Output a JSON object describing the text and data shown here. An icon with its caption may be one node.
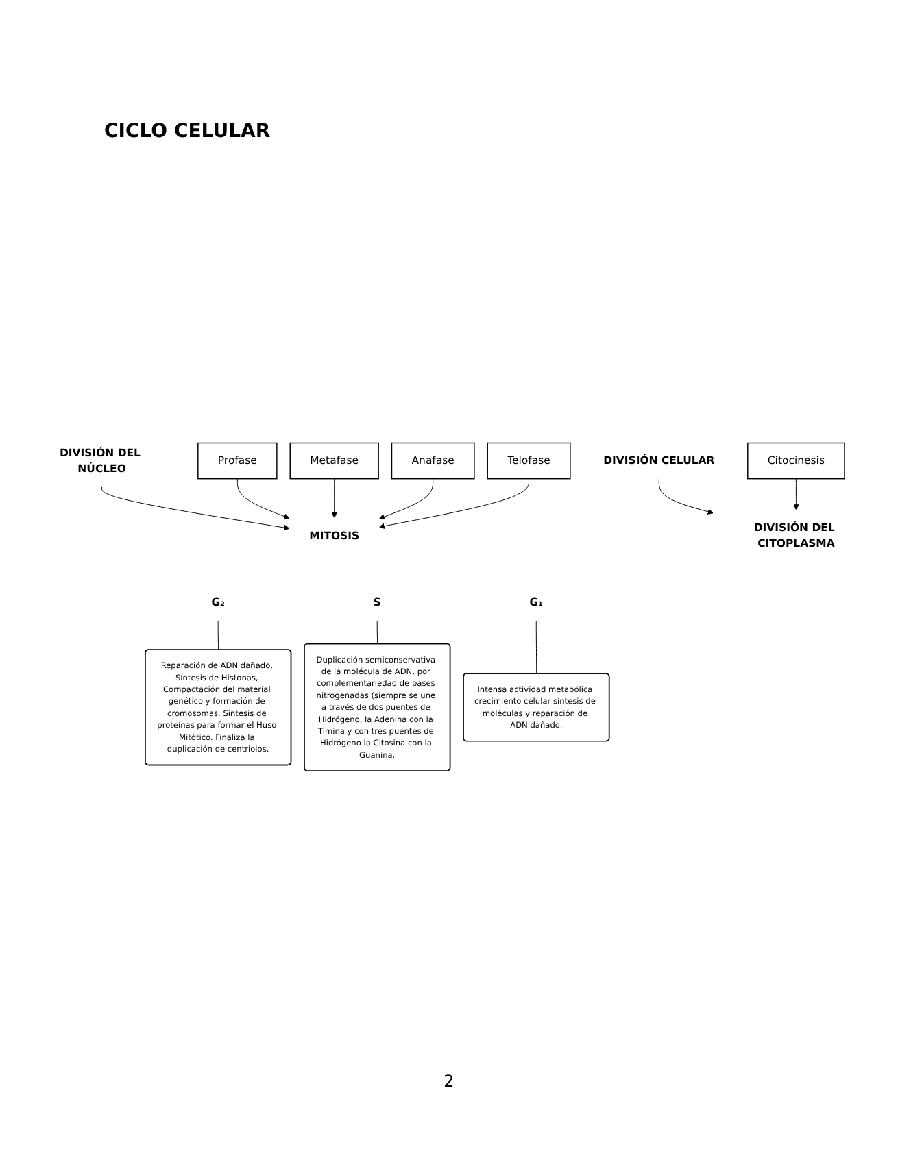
{
  "diagram": {
    "title": "CICLO CELULAR",
    "nodes": [
      {
        "text": [
          "DIVISIÓN CELULAR"
        ]
      },
      {
        "text": [
          "DIVISIÓN DEL NÚCLEO"
        ]
      },
      {
        "text": [
          "MITOSIS"
        ]
      },
      {
        "text": [
          "DIVISIÓN DEL CITOPLASMA"
        ]
      },
      {
        "text": [
          "Profase"
        ]
      },
      {
        "text": [
          "Metafase"
        ]
      },
      {
        "text": [
          "Anafase"
        ]
      },
      {
        "text": [
          "Telofase"
        ]
      },
      {
        "text": [
          "Citocinesis"
        ]
      },
      {
        "text": [
          "G₂"
        ]
      },
      {
        "text": [
          "G₁"
        ]
      },
      {
        "text": [
          "Intensa actividad metabólica crecimiento celular síntesis de moléculas y reparación de ADN dañado."
        ]
      },
      {
        "text": [
          "S"
        ]
      },
      {
        "text": [
          "Duplicación semiconservativa de la molécula de ADN, por complementariedad de bases nitrogenadas (siempre se une a través de dos puentes de Hidrógeno, la Adenina con la Timina y con tres puentes de Hidrógeno la Citosina con la Guanina."
        ]
      },
      {
        "text": [
          "Reparación de ADN dañado, Síntesis de Histonas, Compactación del material genético y formación de cromosomas. Síntesis de proteínas para formar el Huso Mitótico. Finaliza la duplicación de centriolos."
        ]
      }
    ],
    "edges": [
      {
        "from": 0,
        "to": 3,
        "arrow": "to"
      },
      {
        "from": 1,
        "to": 2,
        "arrow": "to"
      },
      {
        "from": 4,
        "to": 2,
        "arrow": "to"
      },
      {
        "from": 5,
        "to": 2,
        "arrow": "to"
      },
      {
        "from": 6,
        "to": 2,
        "arrow": "to"
      },
      {
        "from": 7,
        "to": 2,
        "arrow": "to"
      },
      {
        "from": 8,
        "to": 3,
        "arrow": "to"
      },
      {
        "from": 10,
        "to": 11,
        "arrow": "none"
      },
      {
        "from": 12,
        "to": 13,
        "arrow": "none"
      },
      {
        "from": 9,
        "to": 14,
        "arrow": "none"
      }
    ],
    "labels": [
      "2"
    ]
  }
}
